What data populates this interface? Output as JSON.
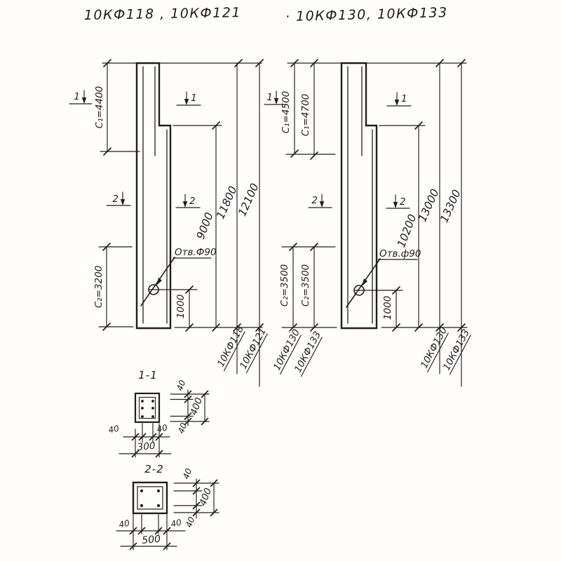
{
  "titles": {
    "left": "10КФ118 , 10КФ121",
    "right": "· 10КФ130, 10КФ133"
  },
  "left_column": {
    "c1": "C₁=4400",
    "c2": "C₂=3200",
    "dim_crane": "9000",
    "dim_total_a": "11800",
    "dim_total_b": "12100",
    "hole_label": "Отв.Ф90",
    "hole_offset": "1000",
    "mark_a": "10КФ118",
    "mark_b": "10КФ121",
    "section1": "1",
    "section2": "2"
  },
  "right_column": {
    "c1a": "C₁=4500",
    "c1b": "C₁=4700",
    "c2a": "C₂=3500",
    "c2b": "C₂=3500",
    "dim_crane": "10200",
    "dim_total_a": "13000",
    "dim_total_b": "13300",
    "hole_label": "Отв.ф90",
    "hole_offset": "1000",
    "mark_a": "10КФ130",
    "mark_b": "10КФ133",
    "section1": "1",
    "section2": "2"
  },
  "section_1_1": {
    "label": "1-1",
    "width": "300",
    "height": "400",
    "cover": "40"
  },
  "section_2_2": {
    "label": "2-2",
    "width": "500",
    "height": "400",
    "cover": "40"
  }
}
